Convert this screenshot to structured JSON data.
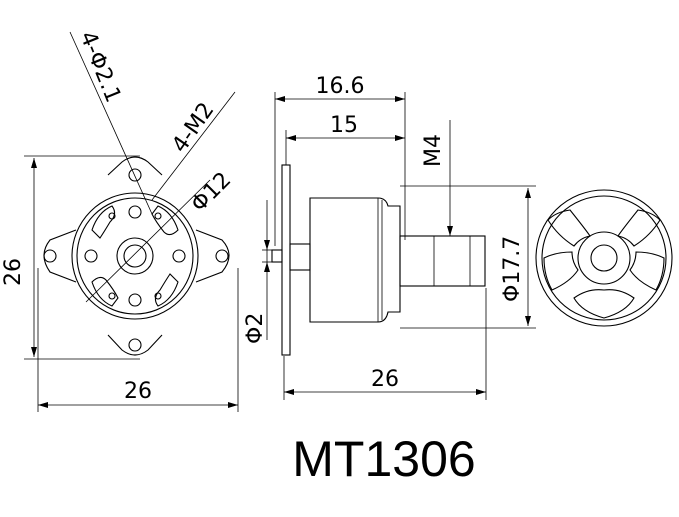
{
  "title": "MT1306",
  "dimensions": {
    "front_height": "26",
    "front_width": "26",
    "mount_holes": "4-Φ2.1",
    "mount_threads": "4-M2",
    "bolt_circle": "Φ12",
    "side_length": "16.6",
    "side_length_inner": "15",
    "shaft_thread": "M4",
    "shaft_dia": "Φ2",
    "bell_dia": "Φ17.7",
    "side_total": "26"
  }
}
